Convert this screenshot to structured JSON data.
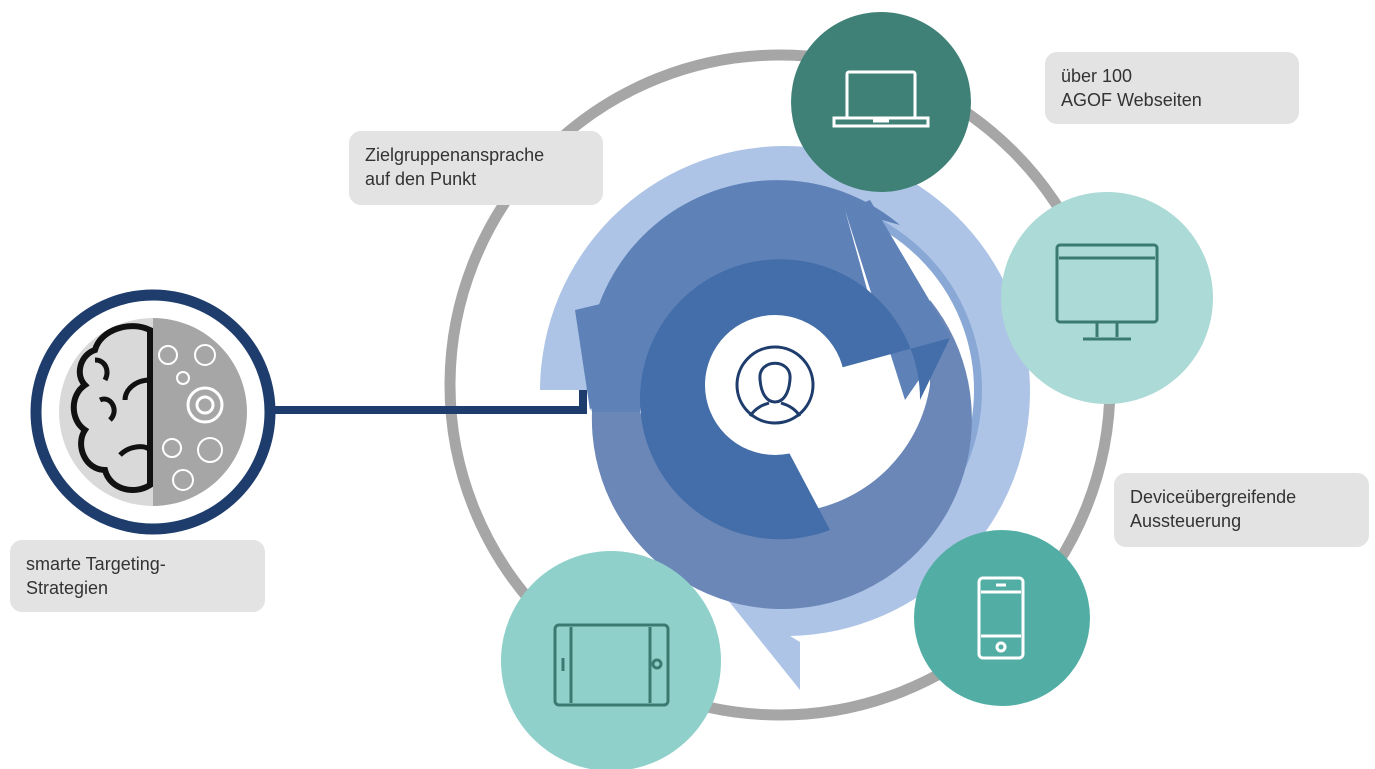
{
  "labels": {
    "targeting": [
      "smarte Targeting-",
      "Strategien"
    ],
    "zielgruppe": [
      "Zielgruppenansprache",
      "auf den Punkt"
    ],
    "agof": [
      "über 100",
      "AGOF Webseiten"
    ],
    "device": [
      "Deviceübergreifende",
      "Aussteuerung"
    ]
  },
  "nodes": {
    "center": {
      "icon": "user-icon"
    },
    "brain": {
      "icon": "brain-gears-icon"
    },
    "devices": [
      {
        "icon": "laptop-icon",
        "color": "#3f8077"
      },
      {
        "icon": "monitor-icon",
        "color": "#acdad6"
      },
      {
        "icon": "smartphone-icon",
        "color": "#52aea4"
      },
      {
        "icon": "tablet-icon",
        "color": "#8fd0ca"
      }
    ]
  },
  "colors": {
    "navy": "#1e3d6d",
    "ring_gray": "#a6a6a6",
    "light_blue": "#adc4e6",
    "mid_blue": "#5e82b8",
    "dark_blue": "#436ea9",
    "label_bg": "#e3e3e3"
  }
}
